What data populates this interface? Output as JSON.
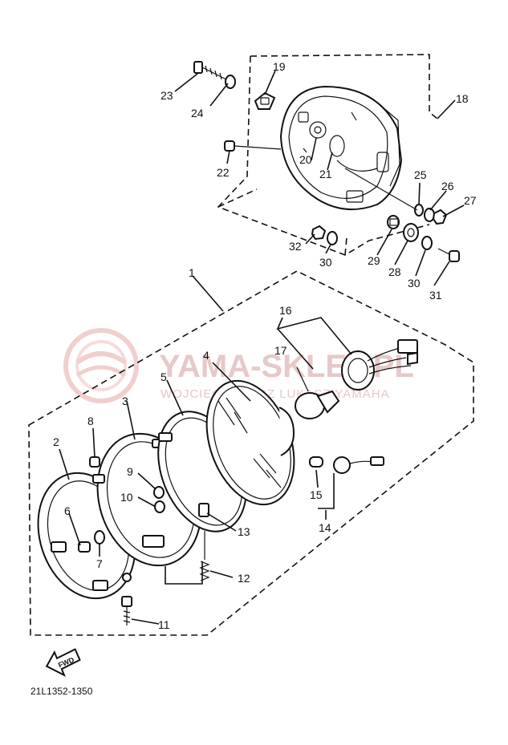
{
  "callouts": {
    "c1": "1",
    "c2": "2",
    "c3": "3",
    "c4": "4",
    "c5": "5",
    "c6": "6",
    "c7": "7",
    "c8": "8",
    "c9": "9",
    "c10": "10",
    "c11": "11",
    "c12": "12",
    "c13": "13",
    "c14": "14",
    "c15": "15",
    "c16": "16",
    "c17": "17",
    "c18": "18",
    "c19": "19",
    "c20": "20",
    "c21": "21",
    "c22": "22",
    "c23": "23",
    "c24": "24",
    "c25": "25",
    "c26": "26",
    "c27": "27",
    "c28": "28",
    "c29": "29",
    "c30a": "30",
    "c30b": "30",
    "c31": "31",
    "c32": "32"
  },
  "watermark": {
    "brand": "YAMA-SKLEP.PL",
    "subtitle": "WOJCIECHOWICZ LUKASZ YAMAHA"
  },
  "fwd_label": "FWD",
  "diagram_code": "21L1352-1350"
}
